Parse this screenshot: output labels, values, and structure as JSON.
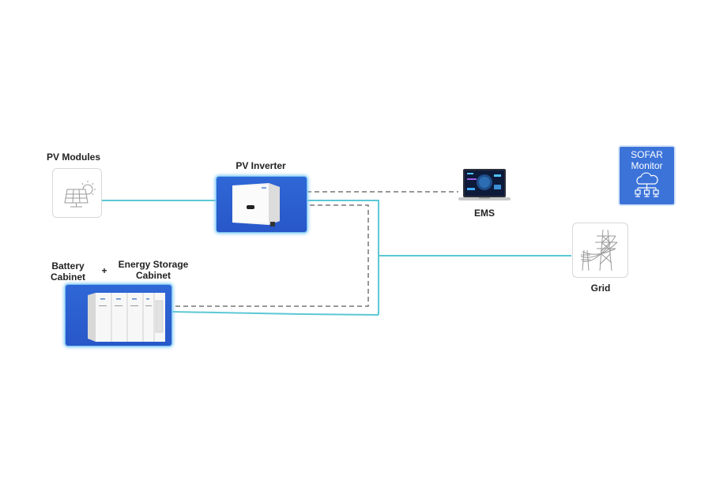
{
  "diagram": {
    "nodes": {
      "pv_modules": {
        "label": "PV Modules",
        "icon": "solar-panel-icon"
      },
      "pv_inverter": {
        "label": "PV Inverter",
        "icon": "inverter-icon"
      },
      "ems": {
        "label": "EMS",
        "icon": "laptop-dashboard-icon"
      },
      "sofar_monitor": {
        "line1": "SOFAR",
        "line2": "Monitor",
        "icon": "cloud-network-icon"
      },
      "grid": {
        "label": "Grid",
        "icon": "transmission-tower-icon"
      },
      "battery_cabinet": {
        "line1": "Battery",
        "line2": "Cabinet"
      },
      "plus": "+",
      "energy_storage_cabinet": {
        "line1": "Energy Storage",
        "line2": "Cabinet",
        "icon": "storage-cabinet-icon"
      }
    },
    "connections": [
      {
        "from": "PV Modules",
        "to": "PV Inverter",
        "type": "power"
      },
      {
        "from": "PV Inverter",
        "to": "Grid",
        "type": "power"
      },
      {
        "from": "Energy Storage Cabinet",
        "to": "Grid",
        "type": "power"
      },
      {
        "from": "PV Inverter",
        "to": "EMS",
        "type": "communication"
      },
      {
        "from": "PV Inverter",
        "to": "Energy Storage Cabinet",
        "type": "communication"
      }
    ],
    "colors": {
      "power_line": "#5cc8d4",
      "comm_line": "#777777",
      "box_blue": "#2f67d6",
      "monitor_blue": "#3b73d9"
    }
  }
}
